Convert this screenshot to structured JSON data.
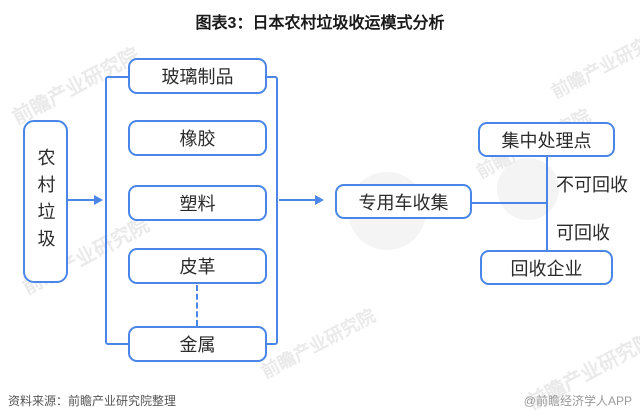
{
  "title": "图表3：日本农村垃圾收运模式分析",
  "diagram": {
    "source_box": {
      "label": "农村垃圾"
    },
    "group_boxes": [
      {
        "label": "玻璃制品"
      },
      {
        "label": "橡胶"
      },
      {
        "label": "塑料"
      },
      {
        "label": "皮革"
      },
      {
        "label": "金属"
      }
    ],
    "collection_box": {
      "label": "专用车收集"
    },
    "branch_labels": [
      {
        "label": "不可回收"
      },
      {
        "label": "可回收"
      }
    ],
    "destination_boxes": [
      {
        "label": "集中处理点"
      },
      {
        "label": "回收企业"
      }
    ]
  },
  "footer": {
    "source": "资料来源：前瞻产业研究院整理",
    "attribution": "@前瞻经济学人APP"
  },
  "watermark": {
    "text": "前瞻产业研究院"
  },
  "colors": {
    "accent": "#4a86e8",
    "box_text": "#2b2b2b",
    "title_text": "#1a1a1a",
    "footer_source": "#555555",
    "footer_attribution": "#999999",
    "watermark": "#d9d9d9"
  }
}
